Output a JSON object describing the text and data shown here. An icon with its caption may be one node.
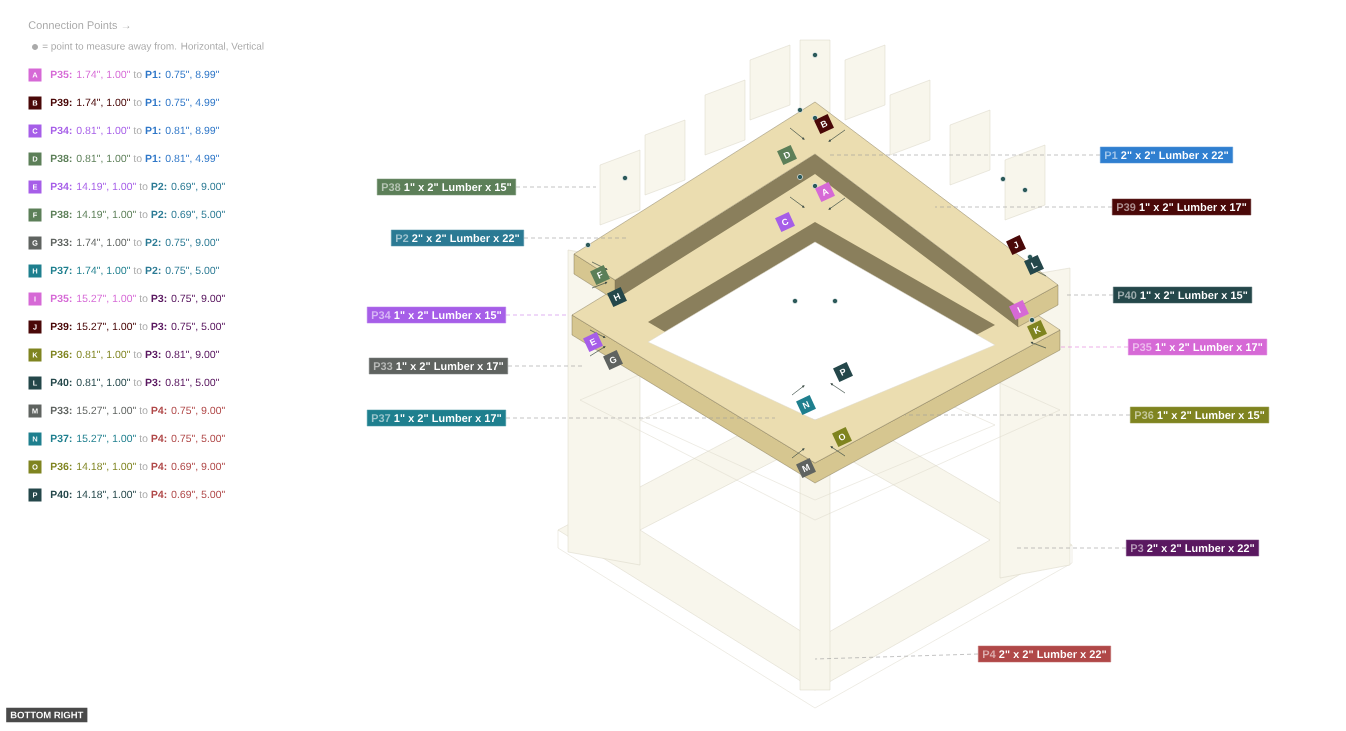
{
  "diagram": {
    "nodes": [
      {
        "text": [
          "P1",
          "2\" x 2\" Lumber x 22\""
        ]
      },
      {
        "text": [
          "P38",
          "1\" x 2\" Lumber x 15\""
        ]
      },
      {
        "text": [
          "P39",
          "1\" x 2\" Lumber x 17\""
        ]
      },
      {
        "text": [
          "P2",
          "2\" x 2\" Lumber x 22\""
        ]
      },
      {
        "text": [
          "P40",
          "1\" x 2\" Lumber x 15\""
        ]
      },
      {
        "text": [
          "P34",
          "1\" x 2\" Lumber x 15\""
        ]
      },
      {
        "text": [
          "P35",
          "1\" x 2\" Lumber x 17\""
        ]
      },
      {
        "text": [
          "P33",
          "1\" x 2\" Lumber x 17\""
        ]
      },
      {
        "text": [
          "P36",
          "1\" x 2\" Lumber x 15\""
        ]
      },
      {
        "text": [
          "P37",
          "1\" x 2\" Lumber x 17\""
        ]
      },
      {
        "text": [
          "P3",
          "2\" x 2\" Lumber x 22\""
        ]
      },
      {
        "text": [
          "P4",
          "2\" x 2\" Lumber x 22\""
        ]
      }
    ],
    "edges": [
      {
        "from": 0,
        "to": null,
        "arrow": "none",
        "style": "dashed"
      },
      {
        "from": 1,
        "to": null,
        "arrow": "none",
        "style": "dashed"
      },
      {
        "from": 2,
        "to": null,
        "arrow": "none",
        "style": "dashed"
      },
      {
        "from": 3,
        "to": null,
        "arrow": "none",
        "style": "dashed"
      },
      {
        "from": 4,
        "to": null,
        "arrow": "none",
        "style": "dashed"
      },
      {
        "from": 5,
        "to": null,
        "arrow": "none",
        "style": "dashed",
        "color": "#c97ee8"
      },
      {
        "from": 6,
        "to": null,
        "arrow": "none",
        "style": "dashed",
        "color": "#e07ad8"
      },
      {
        "from": 7,
        "to": null,
        "arrow": "none",
        "style": "dashed"
      },
      {
        "from": 8,
        "to": null,
        "arrow": "none",
        "style": "dashed"
      },
      {
        "from": 9,
        "to": null,
        "arrow": "none",
        "style": "dashed"
      },
      {
        "from": 10,
        "to": null,
        "arrow": "none",
        "style": "dashed"
      },
      {
        "from": 11,
        "to": null,
        "arrow": "none",
        "style": "dashed"
      }
    ],
    "labels": [
      "Connection Points →",
      "= point to measure away from. Horizontal, Vertical",
      "A",
      "P35:",
      "1.74\", 1.00\"",
      "to",
      "P1:",
      "0.75\", 8.99\"",
      "B",
      "P39:",
      "1.74\", 1.00\"",
      "to",
      "P1:",
      "0.75\", 4.99\"",
      "C",
      "P34:",
      "0.81\", 1.00\"",
      "to",
      "P1:",
      "0.81\", 8.99\"",
      "D",
      "P38:",
      "0.81\", 1.00\"",
      "to",
      "P1:",
      "0.81\", 4.99\"",
      "E",
      "P34:",
      "14.19\", 1.00\"",
      "to",
      "P2:",
      "0.69\", 9.00\"",
      "F",
      "P38:",
      "14.19\", 1.00\"",
      "to",
      "P2:",
      "0.69\", 5.00\"",
      "G",
      "P33:",
      "1.74\", 1.00\"",
      "to",
      "P2:",
      "0.75\", 9.00\"",
      "H",
      "P37:",
      "1.74\", 1.00\"",
      "to",
      "P2:",
      "0.75\", 5.00\"",
      "I",
      "P35:",
      "15.27\", 1.00\"",
      "to",
      "P3:",
      "0.75\", 9.00\"",
      "J",
      "P39:",
      "15.27\", 1.00\"",
      "to",
      "P3:",
      "0.75\", 5.00\"",
      "K",
      "P36:",
      "0.81\", 1.00\"",
      "to",
      "P3:",
      "0.81\", 9.00\"",
      "L",
      "P40:",
      "0.81\", 1.00\"",
      "to",
      "P3:",
      "0.81\", 5.00\"",
      "M",
      "P33:",
      "15.27\", 1.00\"",
      "to",
      "P4:",
      "0.75\", 9.00\"",
      "N",
      "P37:",
      "15.27\", 1.00\"",
      "to",
      "P4:",
      "0.75\", 5.00\"",
      "O",
      "P36:",
      "14.18\", 1.00\"",
      "to",
      "P4:",
      "0.69\", 9.00\"",
      "P",
      "P40:",
      "14.18\", 1.00\"",
      "to",
      "P4:",
      "0.69\", 5.00\"",
      "B",
      "D",
      "A",
      "C",
      "J",
      "L",
      "F",
      "H",
      "I",
      "K",
      "E",
      "G",
      "P",
      "N",
      "O",
      "M",
      "BOTTOM RIGHT"
    ]
  }
}
